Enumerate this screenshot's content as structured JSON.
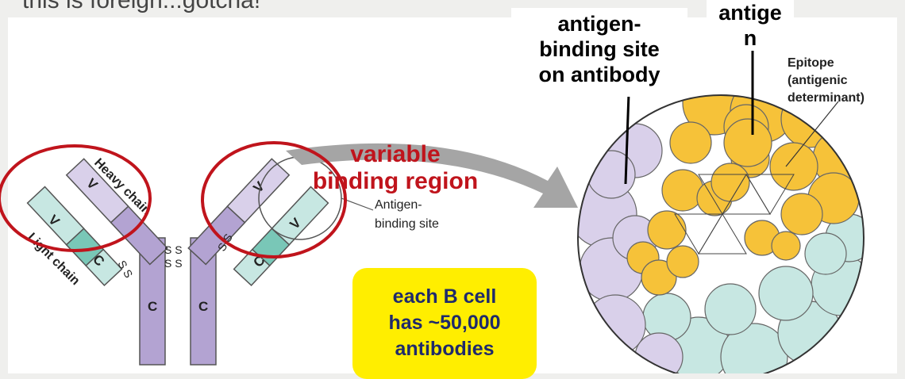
{
  "slide": {
    "top_text": "this is foreign...gotcha!",
    "variable_region_line1": "variable",
    "variable_region_line2": "binding region",
    "callout": {
      "line1": "each B cell",
      "line2": "has ~50,000",
      "line3": "antibodies"
    },
    "antigen_binding_site_label": {
      "line1": "antigen-",
      "line2": "binding site",
      "line3": "on antibody"
    },
    "antigen_label": {
      "line1": "antige",
      "line2": "n"
    }
  },
  "diagram": {
    "heavy_chain_label": "Heavy chain",
    "light_chain_label": "Light chain",
    "v_label": "V",
    "c_label": "C",
    "ss_label": "S S",
    "antigen_binding_site_small_line1": "Antigen-",
    "antigen_binding_site_small_line2": "binding site",
    "epitope_line1": "Epitope",
    "epitope_line2": "(antigenic",
    "epitope_line3": "determinant)"
  },
  "colors": {
    "heavy_chain": "#b3a3d2",
    "heavy_chain_light": "#d9d0ea",
    "light_chain": "#c7e7e2",
    "light_chain_dark": "#79c7b7",
    "antigen": "#f6c239",
    "highlight_red": "#c0141c",
    "callout_bg": "#ffee00"
  }
}
